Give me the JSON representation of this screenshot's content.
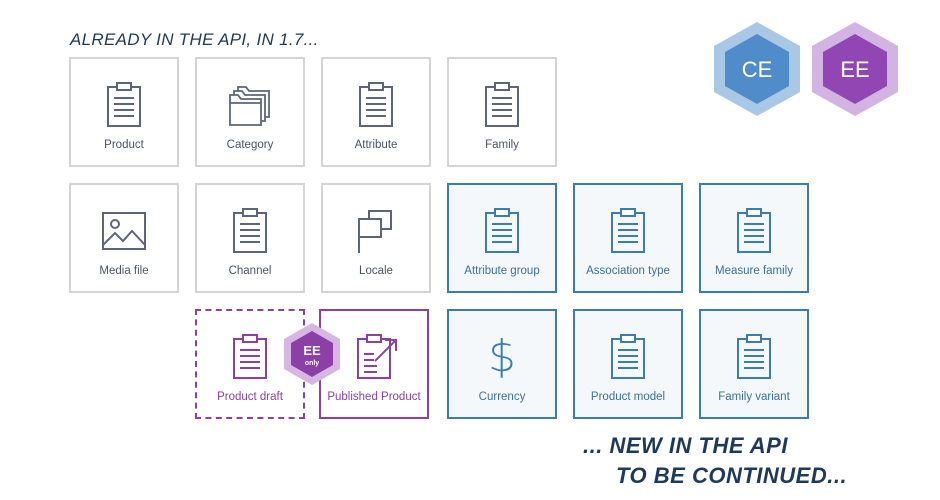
{
  "heading": "ALREADY IN THE API, IN 1.7...",
  "badges": {
    "ce": "CE",
    "ee": "EE",
    "ee_only_top": "EE",
    "ee_only_bottom": "only"
  },
  "colors": {
    "gray_border": "#d4d4d4",
    "blue": "#3c7cb5",
    "purple": "#8c3fa6",
    "navy": "#1d3b59"
  },
  "tiles": {
    "product": "Product",
    "category": "Category",
    "attribute": "Attribute",
    "family": "Family",
    "media_file": "Media file",
    "channel": "Channel",
    "locale": "Locale",
    "attribute_group": "Attribute group",
    "association_type": "Association type",
    "measure_family": "Measure family",
    "product_draft": "Product draft",
    "published_product": "Published Product",
    "currency": "Currency",
    "product_model": "Product model",
    "family_variant": "Family variant"
  },
  "footer": {
    "line1": "... NEW IN THE API",
    "line2": "TO BE CONTINUED..."
  }
}
